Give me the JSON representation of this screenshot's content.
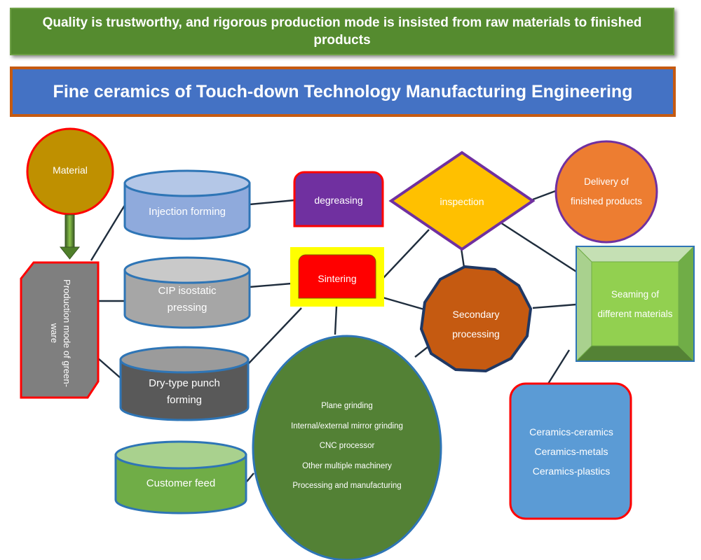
{
  "banner": {
    "slogan": "Quality is trustworthy, and rigorous production mode is insisted from raw materials to finished products",
    "title": "Fine ceramics of Touch-down Technology Manufacturing Engineering"
  },
  "nodes": {
    "material": "Material",
    "production_mode": "Production mode of green-ware",
    "injection_forming": "Injection forming",
    "cip_pressing": "CIP isostatic pressing",
    "dry_punch": "Dry-type punch forming",
    "customer_feed": "Customer feed",
    "degreasing": "degreasing",
    "sintering": "Sintering",
    "inspection": "inspection",
    "delivery": "Delivery of finished products",
    "secondary_processing": "Secondary processing",
    "seaming": "Seaming of different materials"
  },
  "processing_items": [
    "Plane grinding",
    "Internal/external mirror grinding",
    "CNC processor",
    "Other multiple machinery",
    "Processing and manufacturing"
  ],
  "material_pairs": [
    "Ceramics-ceramics",
    "Ceramics-metals",
    "Ceramics-plastics"
  ],
  "colors": {
    "green_banner": "#558b2f",
    "blue_banner": "#4472c4",
    "orange_border": "#c55a11",
    "material_fill": "#bf9000",
    "red_border": "#ff0000",
    "purple": "#7030a0",
    "yellow": "#ffc000",
    "rust": "#c55a11",
    "navy": "#1f3864",
    "dark_green": "#538135",
    "light_green": "#92d050",
    "sky_blue": "#5b9bd5",
    "steel_blue": "#8faadc",
    "gray": "#a6a6a6",
    "dark_gray": "#595959",
    "grass_green": "#70ad47",
    "delivery_orange": "#ed7d31"
  }
}
